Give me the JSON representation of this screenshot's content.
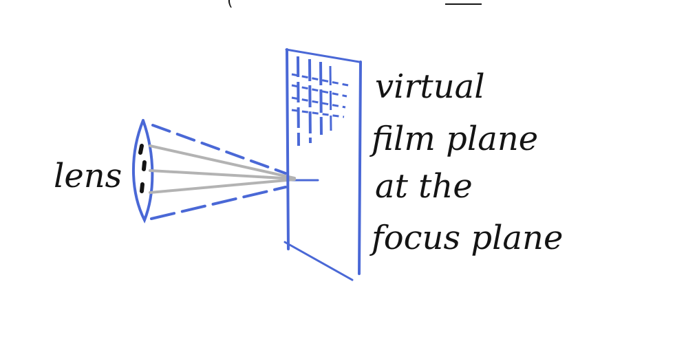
{
  "colors": {
    "blue": "#4a68d6",
    "ink": "#141414",
    "ray": "#b3b3b3",
    "background": "#ffffff"
  },
  "labels": {
    "top_cut": "(",
    "lens": "lens",
    "film_line1": "virtual",
    "film_line2": "film plane",
    "film_line3": "at the",
    "film_line4": "focus plane"
  },
  "rays": {
    "count": 3
  }
}
